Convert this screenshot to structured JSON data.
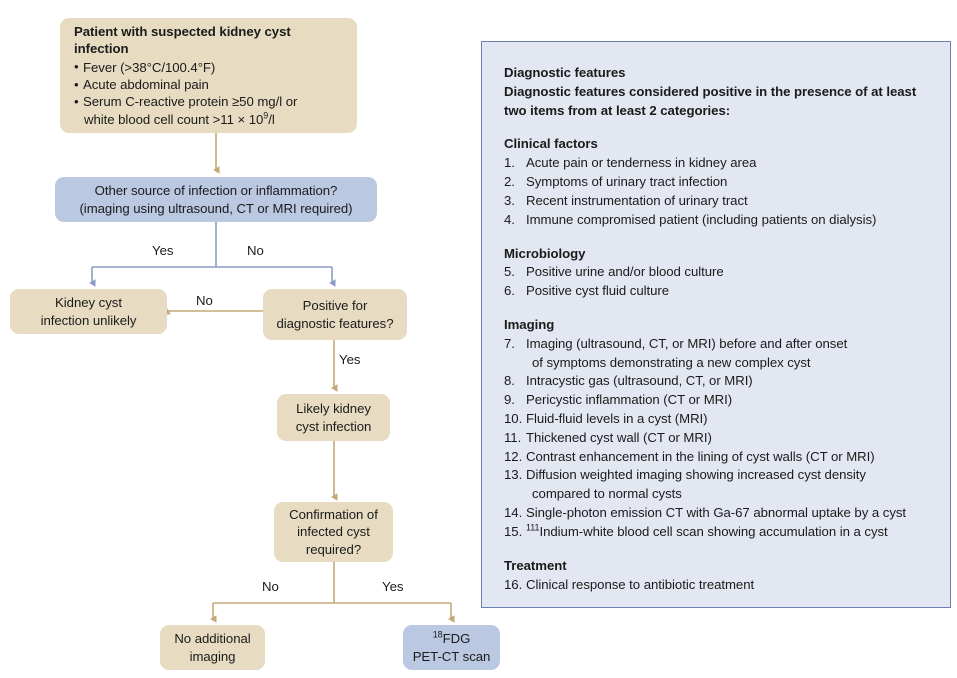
{
  "flowchart": {
    "nodes": {
      "patient": {
        "title": "Patient with suspected kidney cyst infection",
        "bullets": [
          {
            "text": "Fever (>38°C/100.4°F)"
          },
          {
            "text": "Acute abdominal pain"
          },
          {
            "text": "Serum C-reactive protein ≥50 mg/l or",
            "cont_pre": "white blood cell count >11 × 10",
            "cont_sup": "9",
            "cont_post": "/l"
          }
        ]
      },
      "other_source": {
        "line1": "Other source of infection or inflammation?",
        "line2": "(imaging using ultrasound, CT or MRI required)"
      },
      "unlikely": {
        "line1": "Kidney cyst",
        "line2": "infection unlikely"
      },
      "positive": {
        "line1": "Positive for",
        "line2": "diagnostic features?"
      },
      "likely": {
        "line1": "Likely kidney",
        "line2": "cyst infection"
      },
      "confirmation": {
        "line1": "Confirmation of",
        "line2": "infected cyst",
        "line3": "required?"
      },
      "no_imaging": {
        "line1": "No additional",
        "line2": "imaging"
      },
      "petct": {
        "sup": "18",
        "line1_rest": "FDG",
        "line2": "PET-CT scan"
      }
    },
    "edge_labels": {
      "other_yes": "Yes",
      "other_no": "No",
      "positive_no": "No",
      "positive_yes": "Yes",
      "confirm_no": "No",
      "confirm_yes": "Yes"
    },
    "colors": {
      "tan_fill": "#e7dcc2",
      "blue_fill": "#bac8e2",
      "tan_connector": "#c3a978",
      "blue_connector": "#8a9cc6"
    }
  },
  "features_panel": {
    "heading": "Diagnostic features",
    "intro_line1": "Diagnostic features considered positive in the presence of at least",
    "intro_line2": "two items from at least 2 categories:",
    "sections": [
      {
        "title": "Clinical factors",
        "items": [
          {
            "num": "1.",
            "text": "Acute pain or tenderness in kidney area"
          },
          {
            "num": "2.",
            "text": "Symptoms of urinary tract infection"
          },
          {
            "num": "3.",
            "text": "Recent instrumentation of urinary tract"
          },
          {
            "num": "4.",
            "text": "Immune compromised patient (including patients on dialysis)"
          }
        ]
      },
      {
        "title": "Microbiology",
        "items": [
          {
            "num": "5.",
            "text": "Positive urine and/or blood culture"
          },
          {
            "num": "6.",
            "text": "Positive cyst fluid culture"
          }
        ]
      },
      {
        "title": "Imaging",
        "items": [
          {
            "num": "7.",
            "text": "Imaging (ultrasound, CT, or MRI) before and after onset",
            "subline": "of symptoms demonstrating a new complex cyst"
          },
          {
            "num": "8.",
            "text": "Intracystic gas (ultrasound, CT, or MRI)"
          },
          {
            "num": "9.",
            "text": "Pericystic inflammation (CT or MRI)"
          },
          {
            "num": "10.",
            "text": "Fluid-fluid levels in a cyst (MRI)"
          },
          {
            "num": "11.",
            "text": "Thickened cyst wall (CT or MRI)"
          },
          {
            "num": "12.",
            "text": "Contrast enhancement in the lining of cyst walls (CT or MRI)"
          },
          {
            "num": "13.",
            "text": "Diffusion weighted imaging showing increased cyst density",
            "subline": "compared to normal cysts"
          },
          {
            "num": "14.",
            "text": "Single-photon emission CT with Ga-67 abnormal uptake by a cyst"
          },
          {
            "num": "15.",
            "sup": "111",
            "text": "Indium-white blood cell scan showing accumulation in a cyst"
          }
        ]
      },
      {
        "title": "Treatment",
        "items": [
          {
            "num": "16.",
            "text": "Clinical response to antibiotic treatment"
          }
        ]
      }
    ]
  }
}
